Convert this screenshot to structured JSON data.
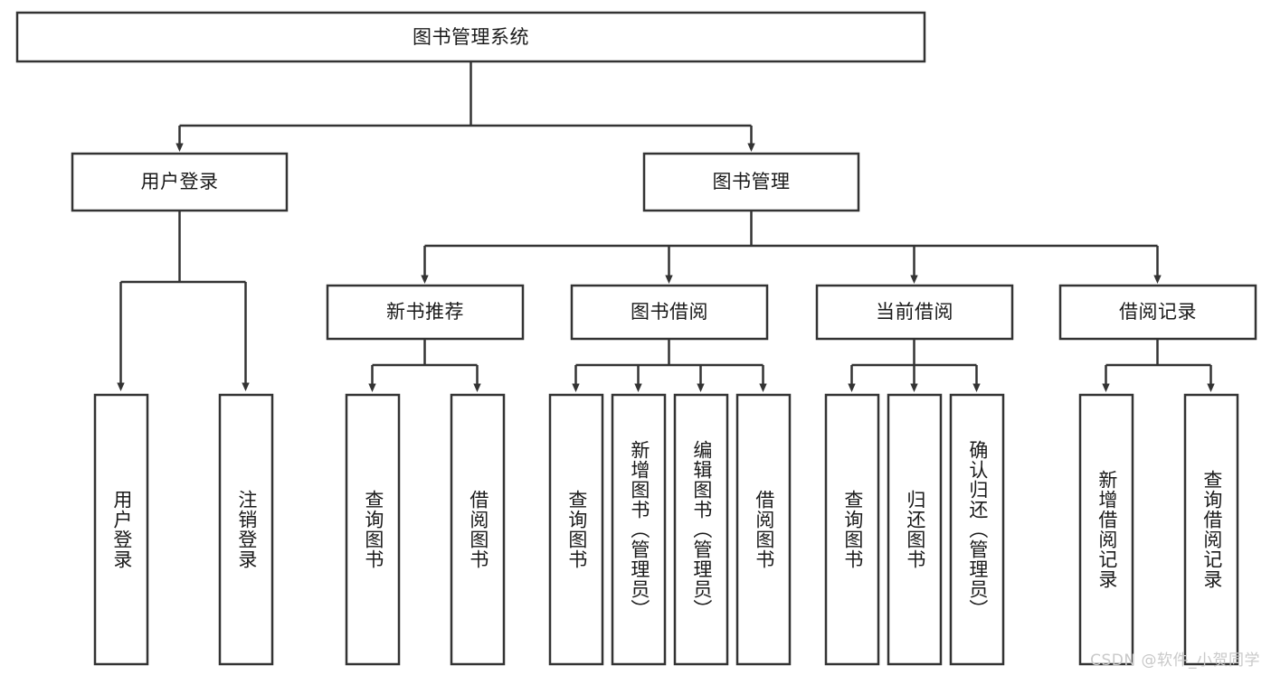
{
  "diagram": {
    "type": "tree-hierarchy",
    "title": "图书管理系统",
    "watermark": "CSDN @软件_小贺同学",
    "colors": {
      "box_stroke": "#333333",
      "box_fill": "#ffffff",
      "text": "#1a1a1a",
      "background": "#ffffff",
      "watermark": "#c9c9c9"
    },
    "root": {
      "label": "图书管理系统"
    },
    "level2": [
      {
        "label": "用户登录"
      },
      {
        "label": "图书管理"
      }
    ],
    "level3": [
      {
        "label": "新书推荐"
      },
      {
        "label": "图书借阅"
      },
      {
        "label": "当前借阅"
      },
      {
        "label": "借阅记录"
      }
    ],
    "leaves": {
      "user_login": [
        {
          "label": "用户登录"
        },
        {
          "label": "注销登录"
        }
      ],
      "new_book_recommend": [
        {
          "label": "查询图书"
        },
        {
          "label": "借阅图书"
        }
      ],
      "book_borrow": [
        {
          "label": "查询图书"
        },
        {
          "label": "新增图书（管理员）"
        },
        {
          "label": "编辑图书（管理员）"
        },
        {
          "label": "借阅图书"
        }
      ],
      "current_borrow": [
        {
          "label": "查询图书"
        },
        {
          "label": "归还图书"
        },
        {
          "label": "确认归还（管理员）"
        }
      ],
      "borrow_record": [
        {
          "label": "新增借阅记录"
        },
        {
          "label": "查询借阅记录"
        }
      ]
    }
  }
}
